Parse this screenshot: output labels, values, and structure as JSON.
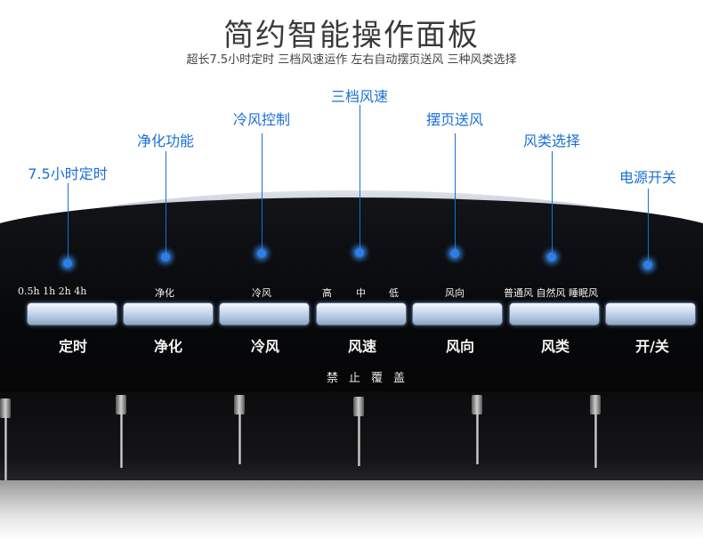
{
  "header": {
    "title": "简约智能操作面板",
    "subtitle": "超长7.5小时定时 三档风速运作 左右自动摆页送风 三种风类选择"
  },
  "callouts": [
    "7.5小时定时",
    "净化功能",
    "冷风控制",
    "三档风速",
    "摆页送风",
    "风类选择",
    "电源开关"
  ],
  "panel": {
    "timer_options": "0.5h 1h 2h 4h",
    "purify_option": "净化",
    "cool_option": "冷风",
    "speed_options": [
      "高",
      "中",
      "低"
    ],
    "swing_option": "风向",
    "mode_options": "普通风 自然风 睡眠风",
    "buttons": [
      "定时",
      "净化",
      "冷风",
      "风速",
      "风向",
      "风类",
      "开/关"
    ],
    "warning": "禁止覆盖"
  },
  "colors": {
    "accent": "#1a6fd6",
    "panel": "#0a0b0d",
    "button": "#c8d8ec"
  }
}
